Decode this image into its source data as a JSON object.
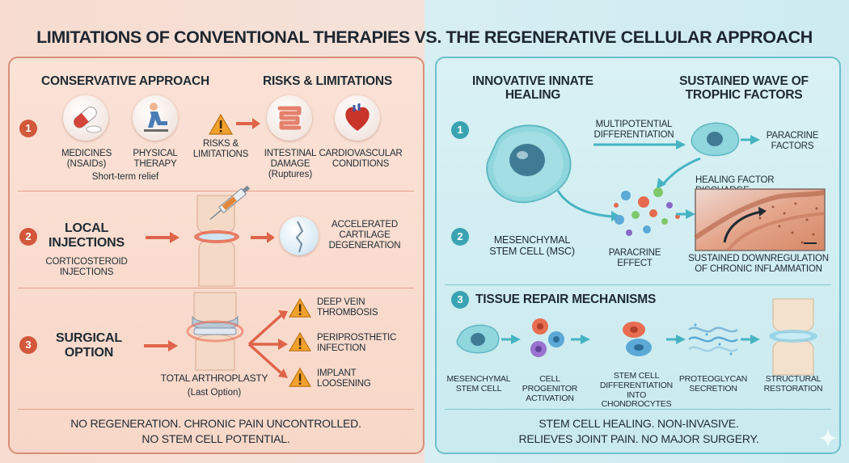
{
  "title": "LIMITATIONS OF CONVENTIONAL THERAPIES vs. THE REGENERATIVE CELLULAR APPROACH",
  "left": {
    "heading_conservative": "CONSERVATIVE APPROACH",
    "heading_risks": "RISKS & LIMITATIONS",
    "step1": {
      "num": "1",
      "medicines": "MEDICINES",
      "medicines_sub": "(NSAIDs)",
      "physical": "PHYSICAL THERAPY",
      "relief": "Short-term relief",
      "risks": "RISKS & LIMITATIONS",
      "intestinal": "INTESTINAL DAMAGE",
      "intestinal_sub": "(Ruptures)",
      "cardio": "CARDIOVASCULAR CONDITIONS"
    },
    "step2": {
      "num": "2",
      "title": "LOCAL INJECTIONS",
      "sub": "CORTICOSTEROID INJECTIONS",
      "result": "ACCELERATED CARTILAGE DEGENERATION"
    },
    "step3": {
      "num": "3",
      "title": "SURGICAL OPTION",
      "procedure": "TOTAL ARTHROPLASTY",
      "procedure_sub": "(Last Option)",
      "risk1": "DEEP VEIN THROMBOSIS",
      "risk2": "PERIPROSTHETIC INFECTION",
      "risk3": "IMPLANT LOOSENING"
    },
    "footer1": "NO REGENERATION. CHRONIC PAIN UNCONTROLLED.",
    "footer2": "NO STEM CELL POTENTIAL."
  },
  "right": {
    "heading_innate": "INNOVATIVE INNATE HEALING",
    "heading_trophic": "SUSTAINED WAVE OF TROPHIC FACTORS",
    "num1": "1",
    "num2": "2",
    "num3": "3",
    "multipotential": "MULTIPOTENTIAL DIFFERENTIATION",
    "paracrine_factors": "PARACRINE FACTORS",
    "healing_discharge": "HEALING FACTOR DISCHARGE",
    "msc": "MESENCHYMAL STEM CELL (MSC)",
    "paracrine_effect": "PARACRINE EFFECT",
    "downregulation": "SUSTAINED DOWNREGULATION OF CHRONIC INFLAMMATION",
    "tissue_heading": "TISSUE REPAIR MECHANISMS",
    "mech": [
      "MESENCHYMAL STEM CELL",
      "CELL PROGENITOR ACTIVATION",
      "STEM CELL DIFFERENTIATION INTO CHONDROCYTES",
      "PROTEOGLYCAN SECRETION",
      "STRUCTURAL RESTORATION"
    ],
    "footer1": "STEM CELL HEALING. NON-INVASIVE.",
    "footer2": "RELIEVES JOINT PAIN. NO MAJOR SURGERY."
  },
  "colors": {
    "left_accent": "#d2573b",
    "right_accent": "#3aa3b2",
    "arrow_left": "#e0644a",
    "arrow_right": "#46b3c2"
  }
}
